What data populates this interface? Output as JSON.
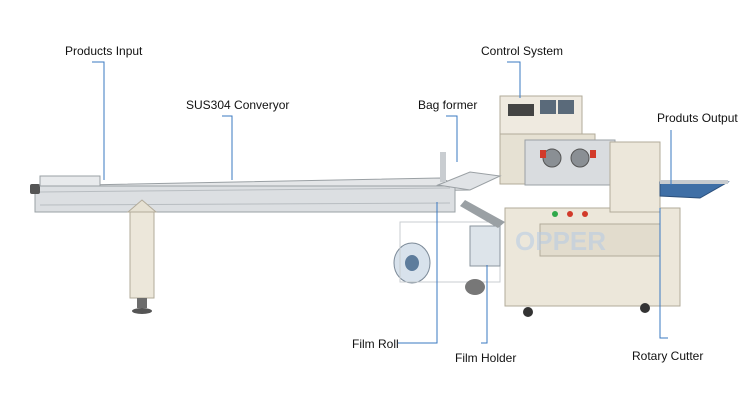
{
  "labels": {
    "products_input": "Products Input",
    "conveyor": "SUS304 Converyor",
    "bag_former": "Bag former",
    "control_system": "Control System",
    "products_output": "Produts Output",
    "film_roll": "Film Roll",
    "film_holder": "Film Holder",
    "rotary_cutter": "Rotary Cutter"
  },
  "watermark": "OPPER",
  "colors": {
    "leader": "#3a78c2",
    "body": "#e9e4d8",
    "body_shade": "#d6cfbf",
    "steel": "#cfd3d6",
    "output_belt": "#3f6fa6",
    "indicator_green": "#2fa84a",
    "indicator_red": "#d23a2a"
  }
}
